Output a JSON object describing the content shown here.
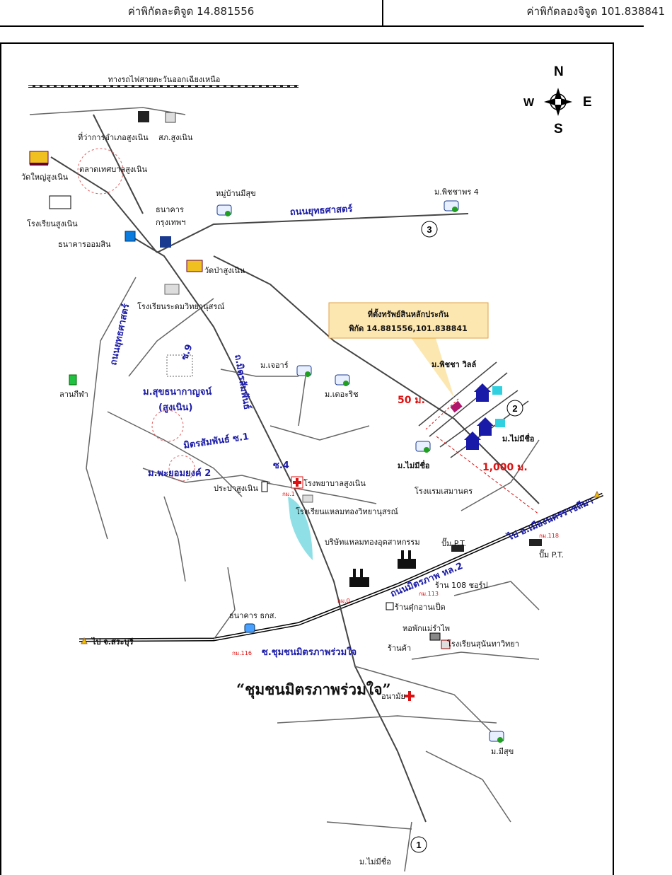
{
  "header": {
    "latitude": "ค่าพิกัดละติจูด 14.881556",
    "longitude": "ค่าพิกัดลองจิจูด 101.838841"
  },
  "compass": {
    "n": "N",
    "s": "S",
    "e": "E",
    "w": "W"
  },
  "callout": {
    "title": "ที่ตั้งทรัพย์สินหลักประกัน",
    "coords": "พิกัด 14.881556,101.838841"
  },
  "route_markers": [
    "1",
    "2",
    "3"
  ],
  "distances": {
    "d50": "50 ม.",
    "d1000": "1,000 ม."
  },
  "labels": {
    "railway": "ทางรถไฟสายตะวันออกเฉียงเหนือ",
    "district_office": "ที่ว่าการอำเภอสูงเนิน",
    "police": "สภ.สูงเนิน",
    "temple_yai": "วัดใหญ่สูงเนิน",
    "market": "ตลาดเทศบาลสูงเนิน",
    "school_sungnoen": "โรงเรียนสูงเนิน",
    "gsb": "ธนาคารออมสิน",
    "bangkok_bank_1": "ธนาคาร",
    "bangkok_bank_2": "กรุงเทพฯ",
    "village_misuk": "หมู่บ้านมีสุข",
    "road_yutthasat": "ถนนยุทธศาสตร์",
    "m_phitchaporn": "ม.พิชชาพร 4",
    "temple_pa": "วัดป่าสูงเนิน",
    "school_rachadom": "โรงเรียนระดมวิทยานุสรณ์",
    "road_yutthasat_v": "ถนนยุทธศาสตร์",
    "soi9": "ซ.9",
    "road_mitsamphan": "ถ.มิตรสัมพันธ์",
    "m_jer": "ม.เจอาร์",
    "m_therich": "ม.เดอะริช",
    "m_phitcha_villa": "ม.พิชชา วิลล์",
    "m_nameless_1": "ม.ไม่มีชื่อ",
    "m_nameless_2": "ม.ไม่มีชื่อ",
    "m_sukthana_1": "ม.สุขธนากาญจน์",
    "m_sukthana_2": "(สูงเนิน)",
    "stadium": "ลานกีฬา",
    "mitsamphan_soi": "มิตรสัมพันธ์ ซ.1",
    "soi4": "ซ.4",
    "m_phayom": "ม.พะยอมยงค์ 2",
    "waterworks": "ประปาสูงเนิน",
    "hospital": "โรงพยาบาลสูงเนิน",
    "km1": "กม.1",
    "school_laemthong": "โรงเรียนแหลมทองวิทยานุสรณ์",
    "hotel": "โรงแรมเสมานคร",
    "to_korat": "ไป อ.เมืองนครราชสีมา",
    "company": "บริษัทแหลมทองอุตสาหกรรม",
    "pt_1": "ปั๊ม P.T.",
    "pt_2": "ปั๊ม P.T.",
    "km118": "กม.118",
    "mitraphap_road": "ถนนมิตรภาพ หล.2",
    "shop108": "ร้าน 108 ชอร์ป",
    "km113": "กม.113",
    "km0": "กม.0",
    "restaurant": "ร้านตุ๋กอานเป็ด",
    "baac": "ธนาคาร ธกส.",
    "dorm": "หอพักแม่รำไพ",
    "to_saraburi": "ไป จ.สระบุรี",
    "km116": "กม.116",
    "community_road": "ซ.ชุมชนมิตรภาพร่วมใจ",
    "shop": "ร้านค้า",
    "school_sunantha": "โรงเรียนสุนันทาวิทยา",
    "community_big": "“ชุมชนมิตรภาพร่วมใจ”",
    "health": "อนามัย",
    "m_misuk": "ม.มีสุข",
    "m_nameless_bottom": "ม.ไม่มีชื่อ"
  }
}
